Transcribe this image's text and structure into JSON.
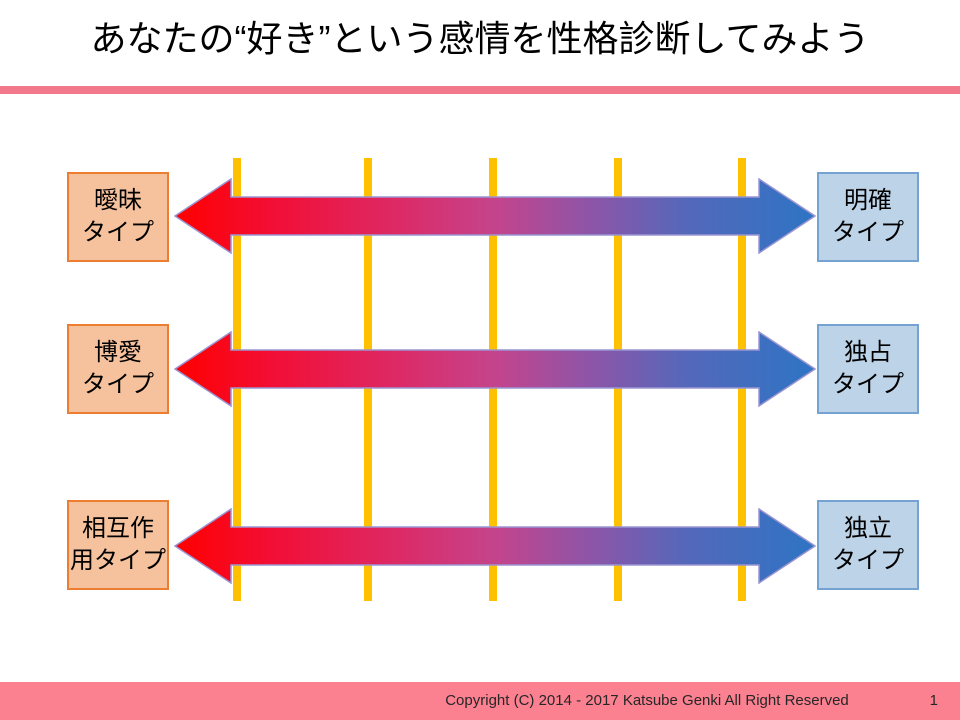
{
  "slide": {
    "title": "あなたの“好き”という感情を性格診断してみよう",
    "copyright": "Copyright (C) 2014 - 2017 Katsube Genki All Right Reserved",
    "page_number": "1"
  },
  "diagram": {
    "rows": [
      {
        "left": {
          "line1": "曖昧",
          "line2": "タイプ"
        },
        "right": {
          "line1": "明確",
          "line2": "タイプ"
        }
      },
      {
        "left": {
          "line1": "博愛",
          "line2": "タイプ"
        },
        "right": {
          "line1": "独占",
          "line2": "タイプ"
        }
      },
      {
        "left": {
          "line1": "相互作",
          "line2": "用タイプ"
        },
        "right": {
          "line1": "独立",
          "line2": "タイプ"
        }
      }
    ],
    "scale_line_count": 5
  },
  "colors": {
    "accent_pink_rule": "#F2798C",
    "accent_pink_footer": "#FB8191",
    "left_box_fill": "#F6C29E",
    "left_box_border": "#ED7D31",
    "right_box_fill": "#BDD3E8",
    "right_box_border": "#74A2D2",
    "scale_line_yellow": "#FFC000",
    "arrow_red": "#FE0000",
    "arrow_magenta_mid": "#C4448C",
    "arrow_blue": "#2E74C4",
    "arrow_outline": "#9A95D2",
    "footer_text": "#262626",
    "title_text": "#000000"
  }
}
